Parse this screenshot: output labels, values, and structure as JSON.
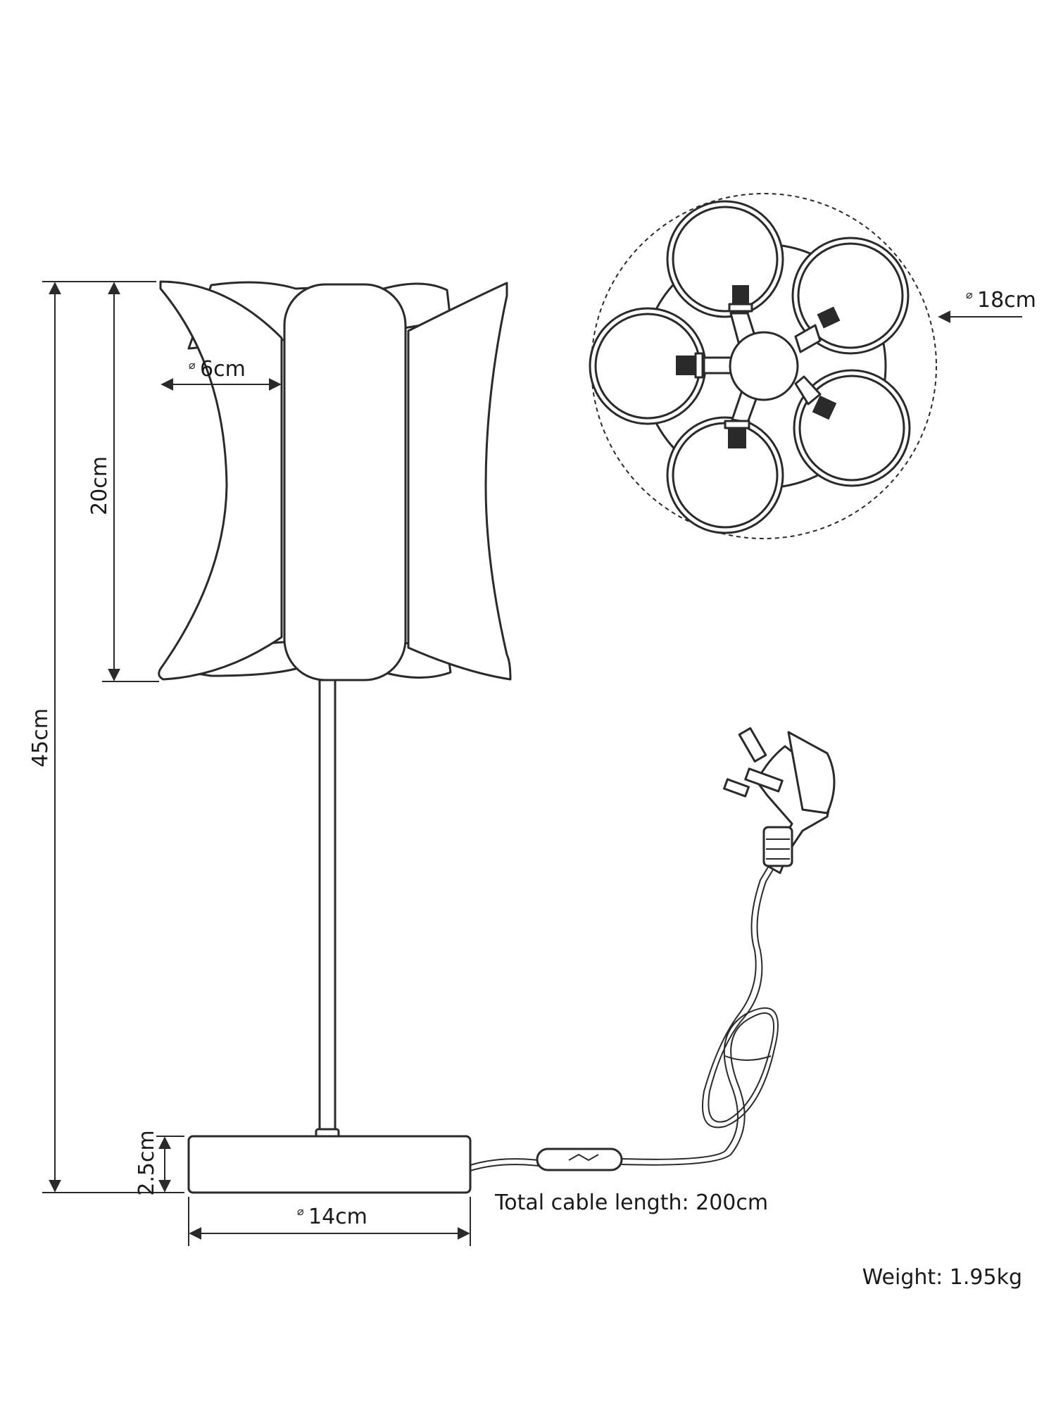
{
  "labels": {
    "height_total": "45cm",
    "height_shade": "20cm",
    "shade_diameter": "6cm",
    "top_diameter": "18cm",
    "base_height": "2.5cm",
    "base_diameter": "14cm",
    "cable_length": "Total cable length: 200cm",
    "weight": "Weight: 1.95kg",
    "diameter_symbol": "⌀"
  }
}
